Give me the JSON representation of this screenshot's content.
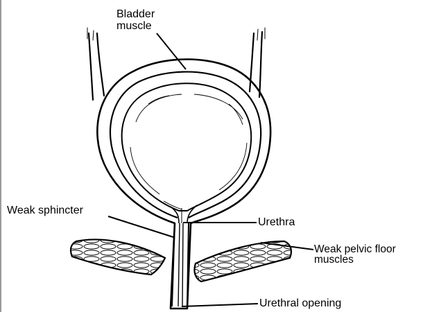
{
  "labels": {
    "bladder_muscle_line1": "Bladder",
    "bladder_muscle_line2": "muscle",
    "weak_sphincter": "Weak sphincter",
    "urethra": "Urethra",
    "weak_pelvic_floor_line1": "Weak pelvic floor",
    "weak_pelvic_floor_line2": "muscles",
    "urethral_opening": "Urethral opening"
  }
}
